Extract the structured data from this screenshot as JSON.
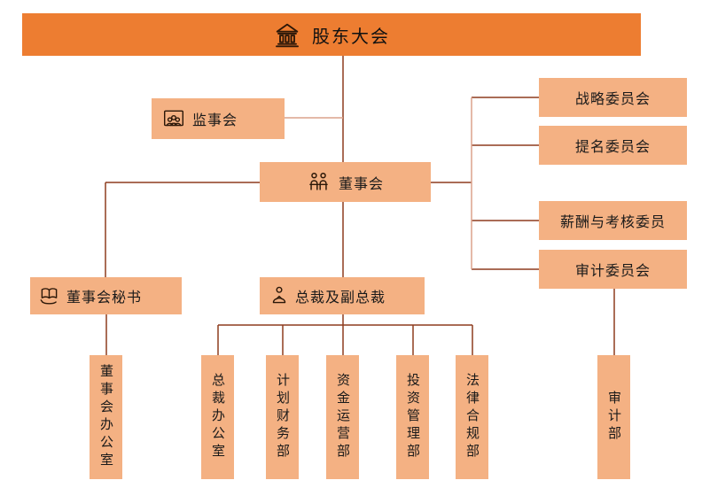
{
  "banner": {
    "label": "股东大会",
    "icon": "bank-icon"
  },
  "nodes": {
    "supervisory": {
      "label": "监事会",
      "icon": "meeting-people-icon"
    },
    "board": {
      "label": "董事会",
      "icon": "seated-board-icon"
    },
    "committees": [
      {
        "label": "战略委员会"
      },
      {
        "label": "提名委员会"
      },
      {
        "label": "薪酬与考核委员"
      },
      {
        "label": "审计委员会"
      }
    ],
    "secretary": {
      "label": "董事会秘书",
      "icon": "book-hand-icon"
    },
    "president": {
      "label": "总裁及副总裁",
      "icon": "presenter-icon"
    },
    "departments": [
      {
        "label": "董事会办公室"
      },
      {
        "label": "总裁办公室"
      },
      {
        "label": "计划财务部"
      },
      {
        "label": "资金运营部"
      },
      {
        "label": "投资管理部"
      },
      {
        "label": "法律合规部"
      },
      {
        "label": "审计部"
      }
    ]
  },
  "theme": {
    "banner_bg": "#ED7D31",
    "box_bg": "#F4B183",
    "line_color": "#8E3C1E",
    "line_color_light": "#DCA28C",
    "text_color": "#1A1A1A"
  }
}
